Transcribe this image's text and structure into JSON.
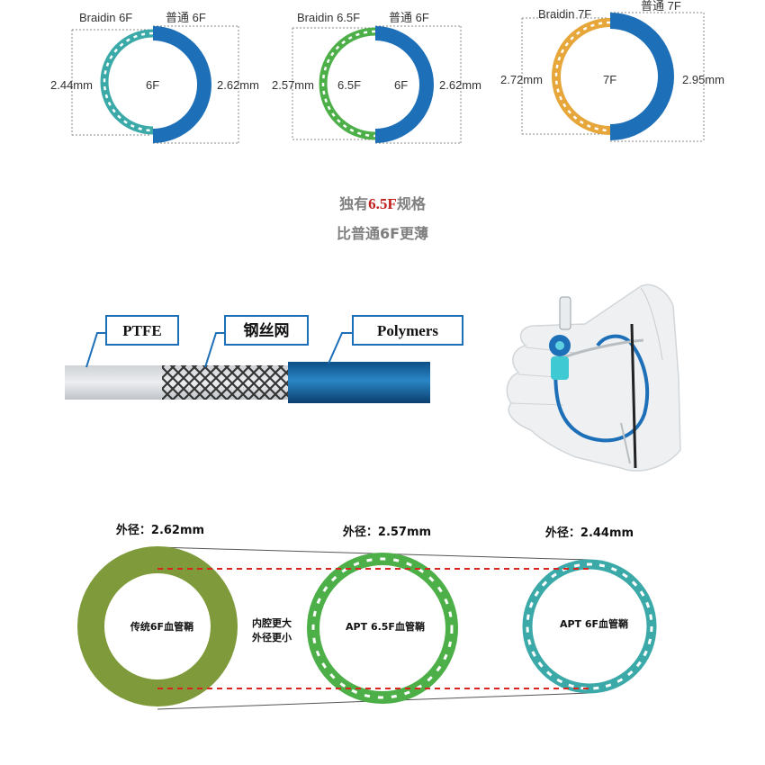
{
  "colors": {
    "blue": "#1d6fb8",
    "teal": "#3aa9a8",
    "green": "#4daf48",
    "orange": "#e6a63a",
    "olive": "#7f9a3a",
    "red_text": "#c0201e",
    "red_dash": "#d9231f"
  },
  "size_compare": [
    {
      "braid_label": "Braidin 6F",
      "normal_label": "普通 6F",
      "left_dim": "2.44mm",
      "right_dim": "2.62mm",
      "inner_left": "6F",
      "inner_right": ""
    },
    {
      "braid_label": "Braidin 6.5F",
      "normal_label": "普通 6F",
      "left_dim": "2.57mm",
      "right_dim": "2.62mm",
      "inner_left": "6.5F",
      "inner_right": "6F"
    },
    {
      "braid_label": "Braidin 7F",
      "normal_label": "普通 7F",
      "left_dim": "2.72mm",
      "right_dim": "2.95mm",
      "inner_left": "7F",
      "inner_right": ""
    }
  ],
  "tagline": {
    "line1_prefix": "独有",
    "line1_highlight": "6.5F",
    "line1_suffix": "规格",
    "line2": "比普通6F更薄"
  },
  "layers": [
    "PTFE",
    "钢丝网",
    "Polymers"
  ],
  "photo_icon": "hand-holding-sheath-icon",
  "od_compare": {
    "od_labels": [
      "外径：2.62mm",
      "外径：2.57mm",
      "外径：2.44mm"
    ],
    "ring_labels": [
      "传统6F血管鞘",
      "APT 6.5F血管鞘",
      "APT 6F血管鞘"
    ],
    "middle_note_line1": "内腔更大",
    "middle_note_line2": "外径更小"
  }
}
